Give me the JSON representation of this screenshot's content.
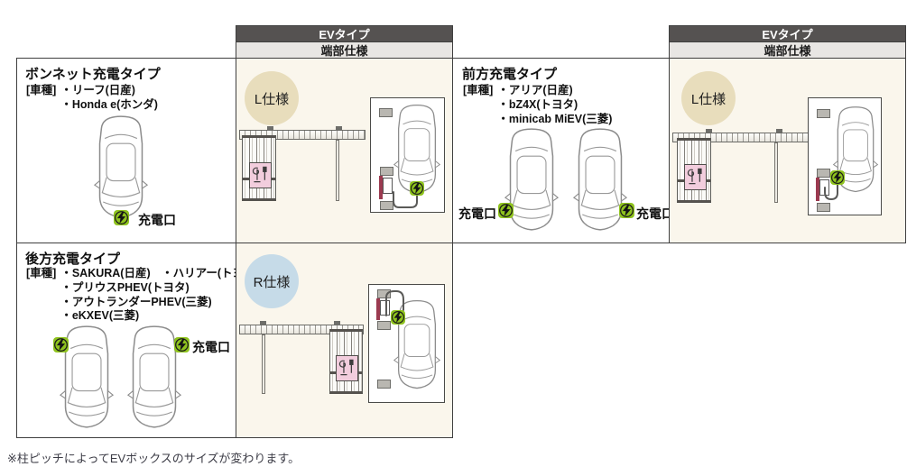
{
  "colors": {
    "header_dark_bg": "#555251",
    "header_light_bg": "#e8e6e3",
    "panel_beige_bg": "#faf6ec",
    "spec_l_circle": "#e8ddbc",
    "spec_r_circle": "#c6dbe8",
    "badge_green": "#8fc31e",
    "ev_box_pink": "#f2cddd",
    "wallbox_red": "#9b3a50"
  },
  "header": {
    "ev_type": "EVタイプ",
    "edge_spec": "端部仕様"
  },
  "specs": {
    "l_label": "L仕様",
    "r_label": "R仕様"
  },
  "panels": {
    "bonnet": {
      "title": "ボンネット充電タイプ",
      "vehicle_label": "[車種]",
      "models": [
        "・リーフ(日産)",
        "・Honda e(ホンダ)"
      ],
      "port_label": "充電口"
    },
    "front": {
      "title": "前方充電タイプ",
      "vehicle_label": "[車種]",
      "models": [
        "・アリア(日産)",
        "・bZ4X(トヨタ)",
        "・minicab MiEV(三菱)"
      ],
      "port_label_left": "充電口",
      "port_label_right": "充電口"
    },
    "rear": {
      "title": "後方充電タイプ",
      "vehicle_label": "[車種]",
      "models": [
        "・SAKURA(日産)　・ハリアー(トヨタ)",
        "・プリウスPHEV(トヨタ)",
        "・アウトランダーPHEV(三菱)",
        "・eKXEV(三菱)"
      ],
      "port_label": "充電口"
    }
  },
  "note": "※柱ピッチによってEVボックスのサイズが変わります。"
}
